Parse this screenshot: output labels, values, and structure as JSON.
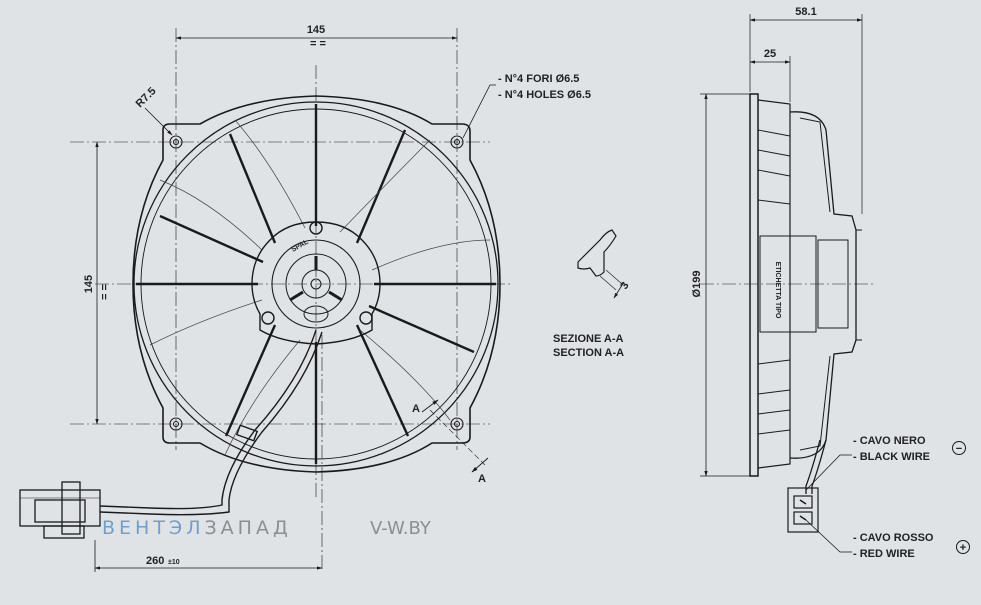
{
  "dimensions": {
    "front_width": "145",
    "front_height": "145",
    "corner_radius": "R7.5",
    "cable_length": "260",
    "cable_tolerance": "±10",
    "side_depth_total": "58.1",
    "side_depth_partial": "25",
    "diameter": "Ø199",
    "section_thickness": "3"
  },
  "notes": {
    "holes_it": "- N°4 FORI Ø6.5",
    "holes_en": "- N°4 HOLES Ø6.5",
    "section_it": "SEZIONE A-A",
    "section_en": "SECTION A-A",
    "section_mark": "A",
    "black_it": "- CAVO NERO",
    "black_en": "- BLACK WIRE",
    "red_it": "- CAVO ROSSO",
    "red_en": "- RED WIRE",
    "minus_symbol": "−",
    "plus_symbol": "+",
    "label_text": "ETICHETTA TIPO",
    "hub_brand": "SPAL"
  },
  "watermark": {
    "part1": "ВЕНТЭЛ",
    "part2": "ЗАПАД",
    "site": "V-W.BY"
  },
  "colors": {
    "background": "#dfe3e6",
    "line": "#1a1a1a",
    "watermark_blue": "#6f9fd0",
    "watermark_gray": "#8a8f94"
  }
}
